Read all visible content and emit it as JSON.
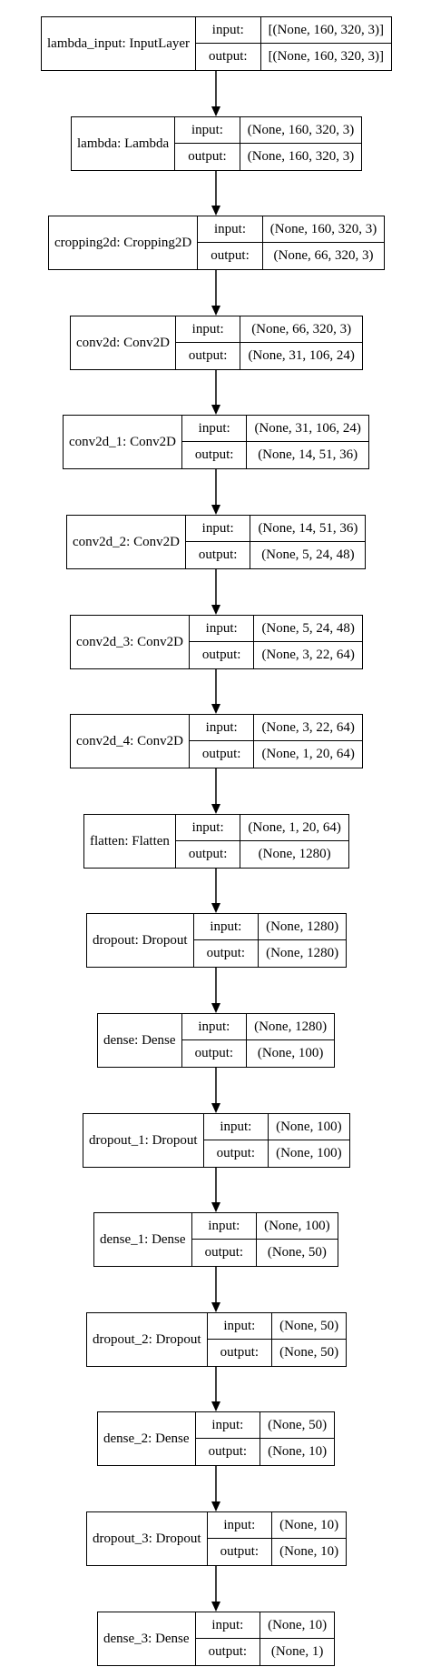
{
  "diagram": {
    "input_label": "input:",
    "output_label": "output:",
    "nodes": [
      {
        "name": "lambda_input: InputLayer",
        "input": "[(None, 160, 320, 3)]",
        "output": "[(None, 160, 320, 3)]"
      },
      {
        "name": "lambda: Lambda",
        "input": "(None, 160, 320, 3)",
        "output": "(None, 160, 320, 3)"
      },
      {
        "name": "cropping2d: Cropping2D",
        "input": "(None, 160, 320, 3)",
        "output": "(None, 66, 320, 3)"
      },
      {
        "name": "conv2d: Conv2D",
        "input": "(None, 66, 320, 3)",
        "output": "(None, 31, 106, 24)"
      },
      {
        "name": "conv2d_1: Conv2D",
        "input": "(None, 31, 106, 24)",
        "output": "(None, 14, 51, 36)"
      },
      {
        "name": "conv2d_2: Conv2D",
        "input": "(None, 14, 51, 36)",
        "output": "(None, 5, 24, 48)"
      },
      {
        "name": "conv2d_3: Conv2D",
        "input": "(None, 5, 24, 48)",
        "output": "(None, 3, 22, 64)"
      },
      {
        "name": "conv2d_4: Conv2D",
        "input": "(None, 3, 22, 64)",
        "output": "(None, 1, 20, 64)"
      },
      {
        "name": "flatten: Flatten",
        "input": "(None, 1, 20, 64)",
        "output": "(None, 1280)"
      },
      {
        "name": "dropout: Dropout",
        "input": "(None, 1280)",
        "output": "(None, 1280)"
      },
      {
        "name": "dense: Dense",
        "input": "(None, 1280)",
        "output": "(None, 100)"
      },
      {
        "name": "dropout_1: Dropout",
        "input": "(None, 100)",
        "output": "(None, 100)"
      },
      {
        "name": "dense_1: Dense",
        "input": "(None, 100)",
        "output": "(None, 50)"
      },
      {
        "name": "dropout_2: Dropout",
        "input": "(None, 50)",
        "output": "(None, 50)"
      },
      {
        "name": "dense_2: Dense",
        "input": "(None, 50)",
        "output": "(None, 10)"
      },
      {
        "name": "dropout_3: Dropout",
        "input": "(None, 10)",
        "output": "(None, 10)"
      },
      {
        "name": "dense_3: Dense",
        "input": "(None, 10)",
        "output": "(None, 1)"
      }
    ]
  }
}
